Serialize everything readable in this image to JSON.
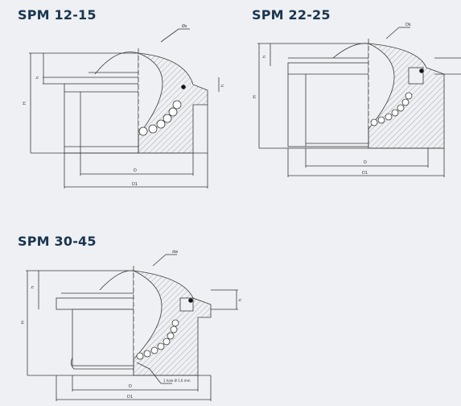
{
  "titles": {
    "spm_12_15": "SPM 12-15",
    "spm_22_25": "SPM 22-25",
    "spm_30_45": "SPM 30-45"
  },
  "dims": {
    "d1": {
      "dk": "Øs",
      "h": "h",
      "h2": "h",
      "H": "H",
      "D": "D",
      "D1": "D1"
    },
    "d2": {
      "dk": "Dk",
      "h": "h",
      "H": "H",
      "D": "D",
      "D1": "D1"
    },
    "d3": {
      "dk": "dw",
      "h": "h",
      "h2": "h",
      "H": "H",
      "D": "D",
      "D1": "D1",
      "note": "1 hole Ø 1.6 mm"
    }
  },
  "colors": {
    "title": "#1a3550",
    "line": "#3a3a3a",
    "hatch": "#8a8a8a",
    "background": "#eef0f3"
  }
}
